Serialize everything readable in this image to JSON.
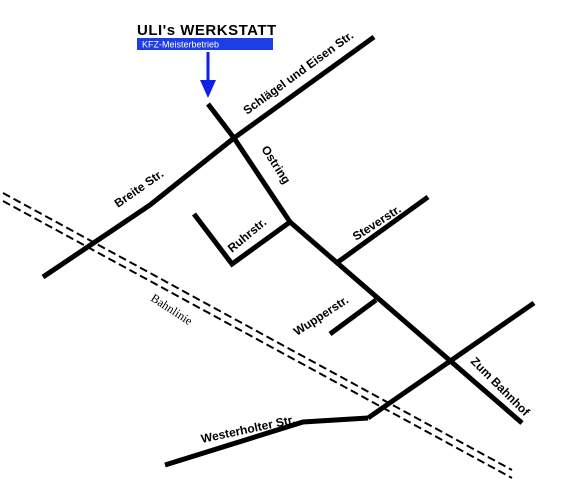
{
  "marker": {
    "title": "ULI's WERKSTATT",
    "subtitle": "KFZ-Meisterbetrieb",
    "badge_color": "#1c3ee6",
    "arrow_color": "#1020e8",
    "arrow_icon": "down-arrow-icon"
  },
  "streets": {
    "schlaegel": "Schlägel und Eisen Str.",
    "breite": "Breite Str.",
    "ostring": "Ostring",
    "ruhr": "Ruhrstr.",
    "stever": "Steverstr.",
    "wupper": "Wupperstr.",
    "zum_bahnhof": "Zum Bahnhof",
    "westerholter": "Westerholter Str."
  },
  "railway": {
    "label": "Bahnlinie"
  }
}
